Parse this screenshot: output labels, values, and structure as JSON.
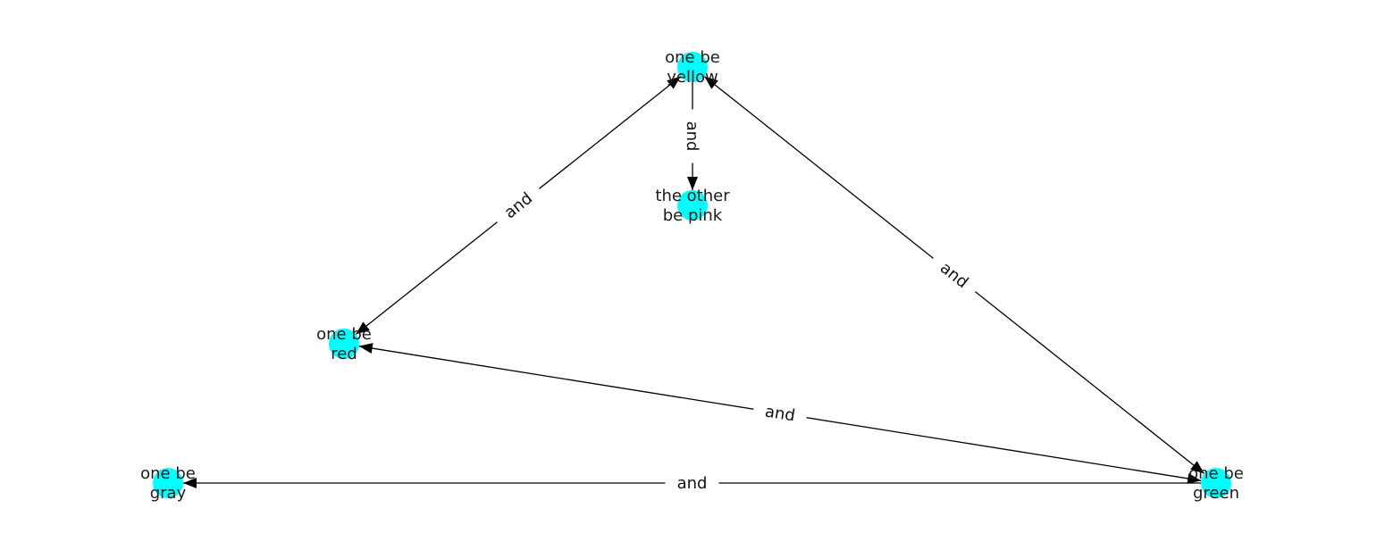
{
  "colors": {
    "node_fill": "#00ffff",
    "edge": "#000000",
    "text": "#1a1a1a",
    "background": "#ffffff"
  },
  "nodes": [
    {
      "id": "yellow",
      "lines": [
        "one be",
        "yellow"
      ]
    },
    {
      "id": "pink",
      "lines": [
        "the other",
        "be pink"
      ]
    },
    {
      "id": "red",
      "lines": [
        "one be",
        "red"
      ]
    },
    {
      "id": "gray",
      "lines": [
        "one be",
        "gray"
      ]
    },
    {
      "id": "green",
      "lines": [
        "one be",
        "green"
      ]
    }
  ],
  "edges": [
    {
      "id": "yellow-pink",
      "from": "yellow",
      "to": "pink",
      "label": "and",
      "arrow_start": false,
      "arrow_end": true
    },
    {
      "id": "yellow-red",
      "from": "yellow",
      "to": "red",
      "label": "and",
      "arrow_start": true,
      "arrow_end": true
    },
    {
      "id": "yellow-green",
      "from": "yellow",
      "to": "green",
      "label": "and",
      "arrow_start": true,
      "arrow_end": true
    },
    {
      "id": "red-green",
      "from": "red",
      "to": "green",
      "label": "and",
      "arrow_start": true,
      "arrow_end": true
    },
    {
      "id": "green-gray",
      "from": "green",
      "to": "gray",
      "label": "and",
      "arrow_start": false,
      "arrow_end": true
    }
  ]
}
